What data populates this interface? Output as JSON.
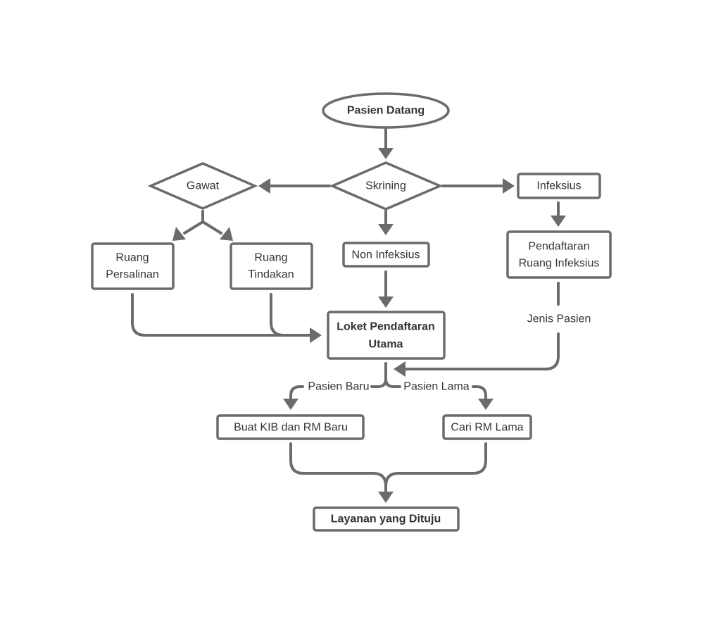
{
  "nodes": {
    "pasien_datang": "Pasien Datang",
    "skrining": "Skrining",
    "gawat": "Gawat",
    "infeksius": "Infeksius",
    "ruang_persalinan": [
      "Ruang",
      "Persalinan"
    ],
    "ruang_tindakan": [
      "Ruang",
      "Tindakan"
    ],
    "non_infeksius": "Non Infeksius",
    "pendaftaran_ruang_infeksius": [
      "Pendaftaran",
      "Ruang Infeksius"
    ],
    "loket_pendaftaran_utama": [
      "Loket Pendaftaran",
      "Utama"
    ],
    "buat_kib": "Buat KIB dan RM Baru",
    "cari_rm_lama": "Cari RM Lama",
    "layanan_yang_dituju": "Layanan yang Dituju"
  },
  "edge_labels": {
    "jenis_pasien": "Jenis Pasien",
    "pasien_baru": "Pasien Baru",
    "pasien_lama": "Pasien Lama"
  },
  "colors": {
    "stroke": "#6b6b6b",
    "text": "#333333",
    "background": "#ffffff"
  }
}
